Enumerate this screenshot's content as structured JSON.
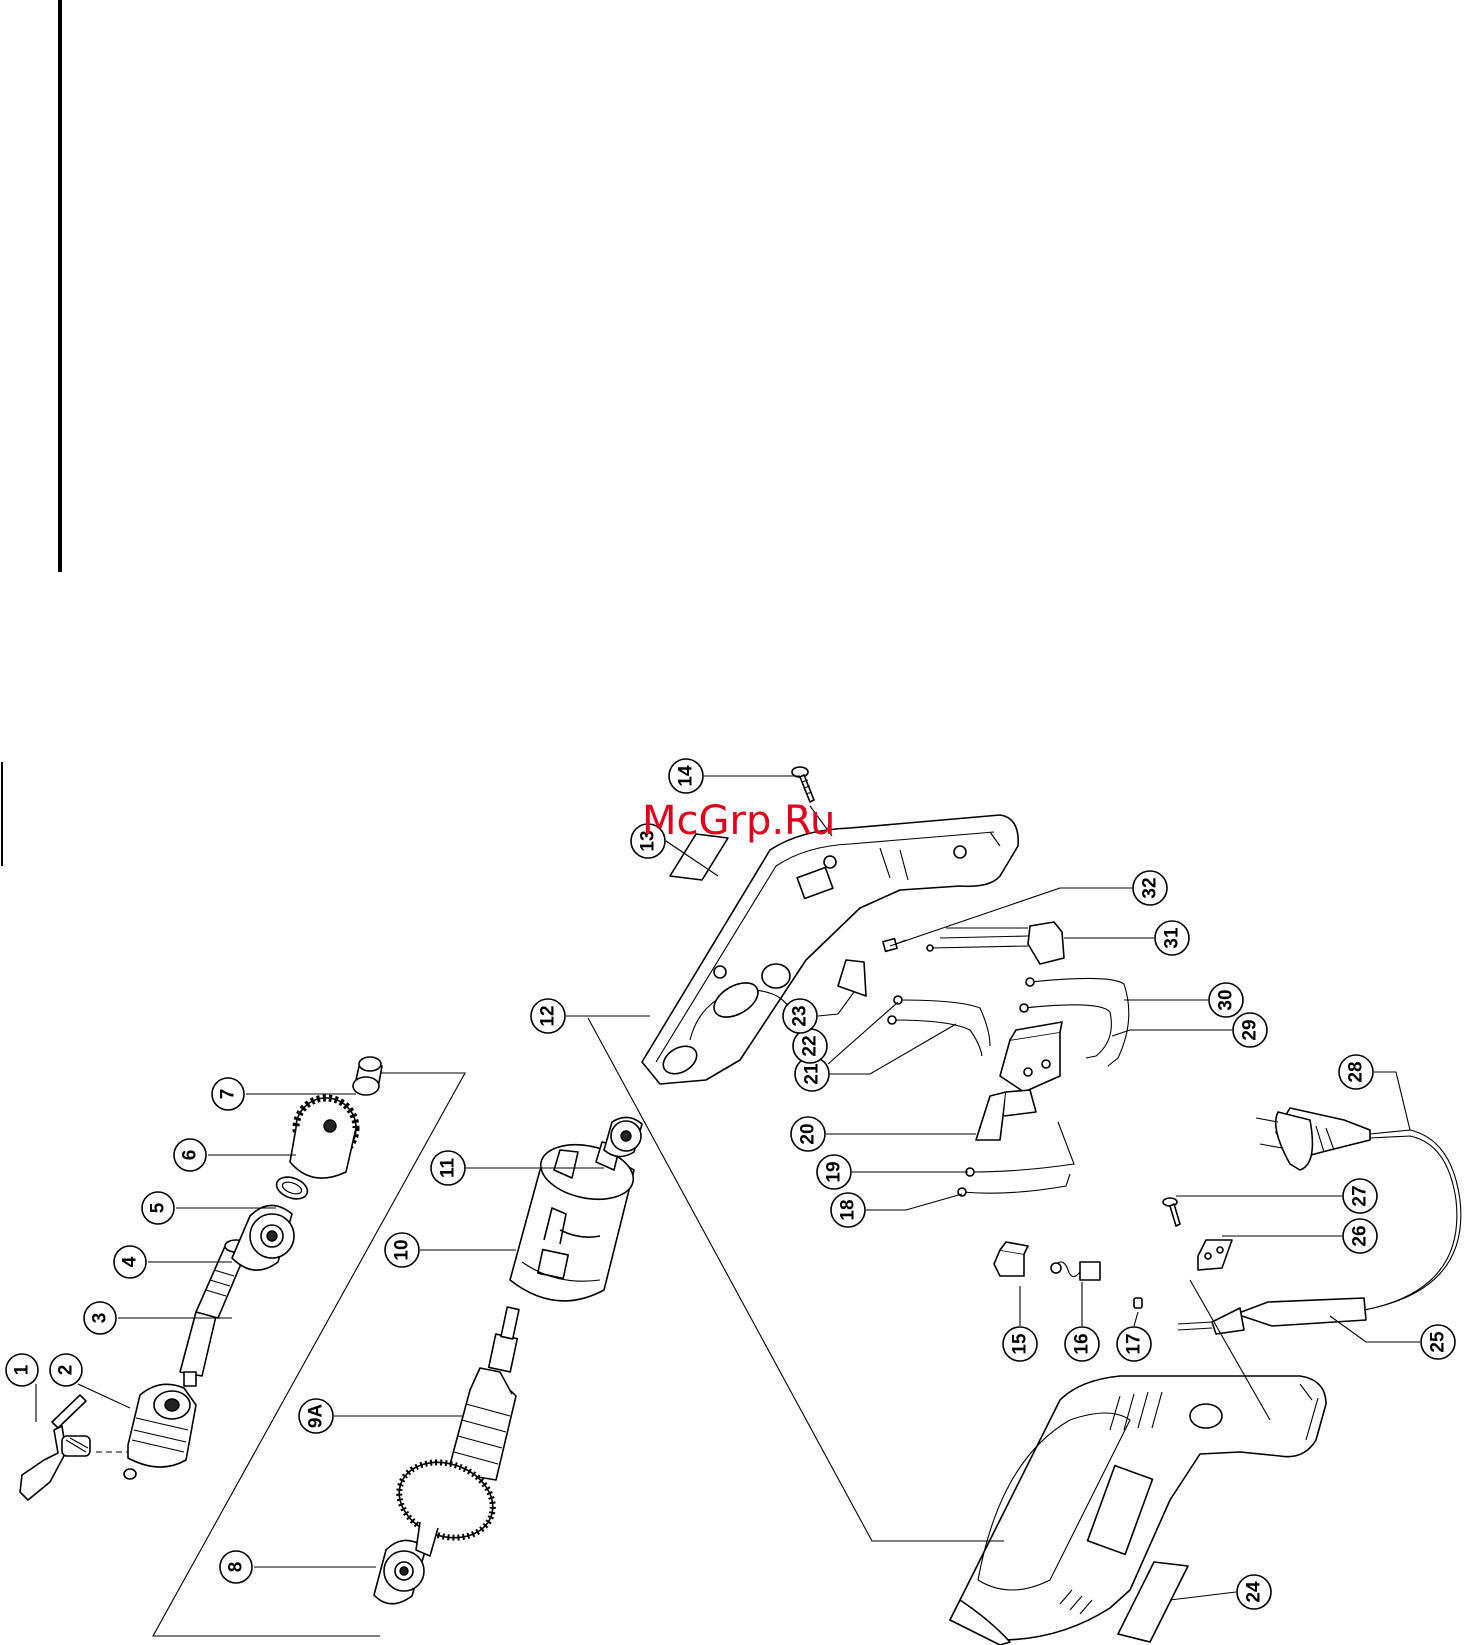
{
  "watermark": "McGrp.Ru",
  "colors": {
    "ink": "#000000",
    "paper": "#ffffff",
    "watermark": "#e0001a"
  },
  "callouts": [
    {
      "id": "1",
      "label": "1"
    },
    {
      "id": "2",
      "label": "2"
    },
    {
      "id": "3",
      "label": "3"
    },
    {
      "id": "4",
      "label": "4"
    },
    {
      "id": "5",
      "label": "5"
    },
    {
      "id": "6",
      "label": "6"
    },
    {
      "id": "7",
      "label": "7"
    },
    {
      "id": "8",
      "label": "8"
    },
    {
      "id": "9A",
      "label": "9A"
    },
    {
      "id": "10",
      "label": "10"
    },
    {
      "id": "11",
      "label": "11"
    },
    {
      "id": "12",
      "label": "12"
    },
    {
      "id": "13",
      "label": "13"
    },
    {
      "id": "14",
      "label": "14"
    },
    {
      "id": "15",
      "label": "15"
    },
    {
      "id": "16",
      "label": "16"
    },
    {
      "id": "17",
      "label": "17"
    },
    {
      "id": "18",
      "label": "18"
    },
    {
      "id": "19",
      "label": "19"
    },
    {
      "id": "20",
      "label": "20"
    },
    {
      "id": "21",
      "label": "21"
    },
    {
      "id": "22",
      "label": "22"
    },
    {
      "id": "23",
      "label": "23"
    },
    {
      "id": "24",
      "label": "24"
    },
    {
      "id": "25",
      "label": "25"
    },
    {
      "id": "26",
      "label": "26"
    },
    {
      "id": "27",
      "label": "27"
    },
    {
      "id": "28",
      "label": "28"
    },
    {
      "id": "29",
      "label": "29"
    },
    {
      "id": "30",
      "label": "30"
    },
    {
      "id": "31",
      "label": "31"
    },
    {
      "id": "32",
      "label": "32"
    }
  ]
}
